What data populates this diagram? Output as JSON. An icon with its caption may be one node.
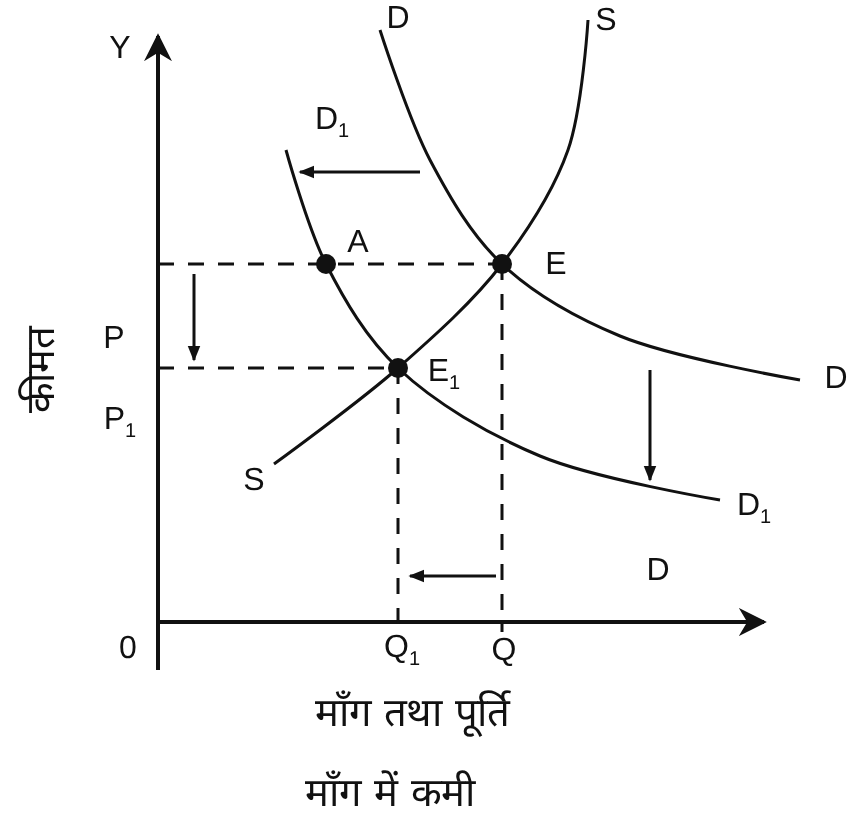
{
  "diagram": {
    "caption": "माँग में कमी",
    "labels": [
      "D",
      "S",
      "Y",
      "D$_{1}$",
      "A",
      "E",
      "P",
      "कीमत",
      "E$_{1}$",
      "D",
      "P$_{1}$",
      "S",
      "D$_{1}$",
      "D",
      "0",
      "Q$_{1}$",
      "Q",
      "माँग तथा पूर्ति"
    ]
  }
}
